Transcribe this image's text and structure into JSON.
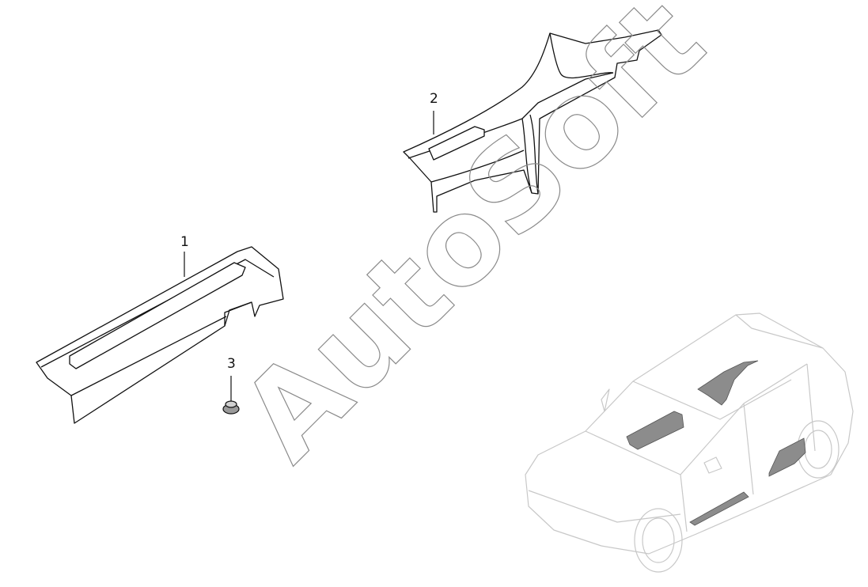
{
  "diagram": {
    "callouts": [
      {
        "id": "1",
        "label": "1"
      },
      {
        "id": "2",
        "label": "2"
      },
      {
        "id": "3",
        "label": "3"
      }
    ],
    "watermark": "AutoSoft",
    "colors": {
      "line": "#111111",
      "car_outline": "#c8c8c8",
      "highlight_fill": "#8c8c8c",
      "watermark_stroke": "#8a8a8a"
    }
  }
}
